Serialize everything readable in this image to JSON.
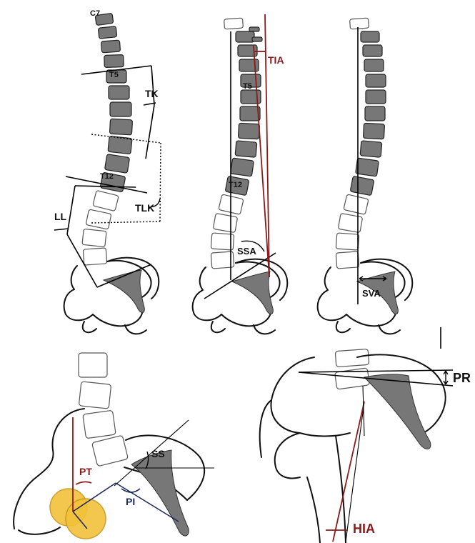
{
  "labels": {
    "c7": "C7",
    "t5_a": "T5",
    "t12_a": "T12",
    "tk": "TK",
    "tlk": "TLK",
    "ll": "LL",
    "t5_b": "T5",
    "t12_b": "T12",
    "tia": "TIA",
    "ssa": "SSA",
    "sva": "SVA",
    "ss": "SS",
    "pi": "PI",
    "pt": "PT",
    "pr": "PR",
    "hia": "HIA"
  },
  "colors": {
    "vertebra_dark": "#777777",
    "measure_red": "#8b1a1a",
    "measure_navy": "#1c2c5a",
    "femoral_head": "#f2c23a"
  }
}
